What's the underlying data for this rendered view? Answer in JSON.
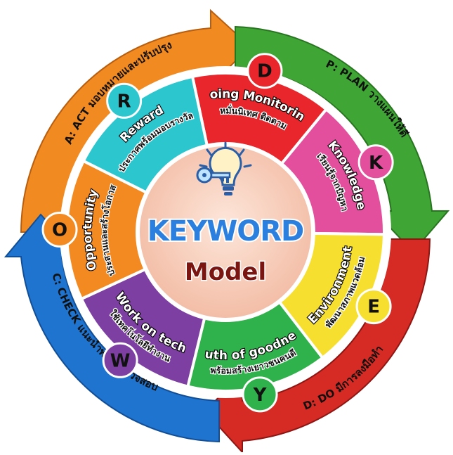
{
  "center": {
    "title": "KEYWORD",
    "subtitle": "Model",
    "icon": "key-lightbulb-icon"
  },
  "segments": [
    {
      "key": "D",
      "title": "Doing Monitoring",
      "sub": "หมั่นนิเทศ ติดตาม",
      "color": "#e8262b"
    },
    {
      "key": "K",
      "title": "Knowledge",
      "sub": "เรียนรู้จากปัญหา",
      "color": "#e34f9c"
    },
    {
      "key": "E",
      "title": "Environment",
      "sub": "พัฒนาสภาพแวดล้อม",
      "color": "#f6df2e"
    },
    {
      "key": "Y",
      "title": "Youth of goodness",
      "sub": "พร้อมสร้างเยาวชนคนดี",
      "color": "#2fb24b"
    },
    {
      "key": "W",
      "title": "Work on tech",
      "sub": "ใช้เทคโนโลยีทำงาน",
      "color": "#7e3fa3"
    },
    {
      "key": "O",
      "title": "Opportunity",
      "sub": "ประสานและสร้างโอกาส",
      "color": "#f38a21"
    },
    {
      "key": "R",
      "title": "Reward",
      "sub": "ประกาศพร้อมมอบรางวัล",
      "color": "#2cc6cf"
    }
  ],
  "cycle": {
    "plan": "P: PLAN วางแผนให้ดี",
    "do": "D: DO มีการลงมือทำ",
    "check": "C: CHECK แนะนำพร้อมตรวจสอบ",
    "act": "A: ACT มอบหมายและปรับปรุง"
  },
  "colors": {
    "plan": "#3fa535",
    "do": "#d62b25",
    "check": "#1f74d0",
    "act": "#f28a22",
    "center": "#f6c9b4"
  }
}
